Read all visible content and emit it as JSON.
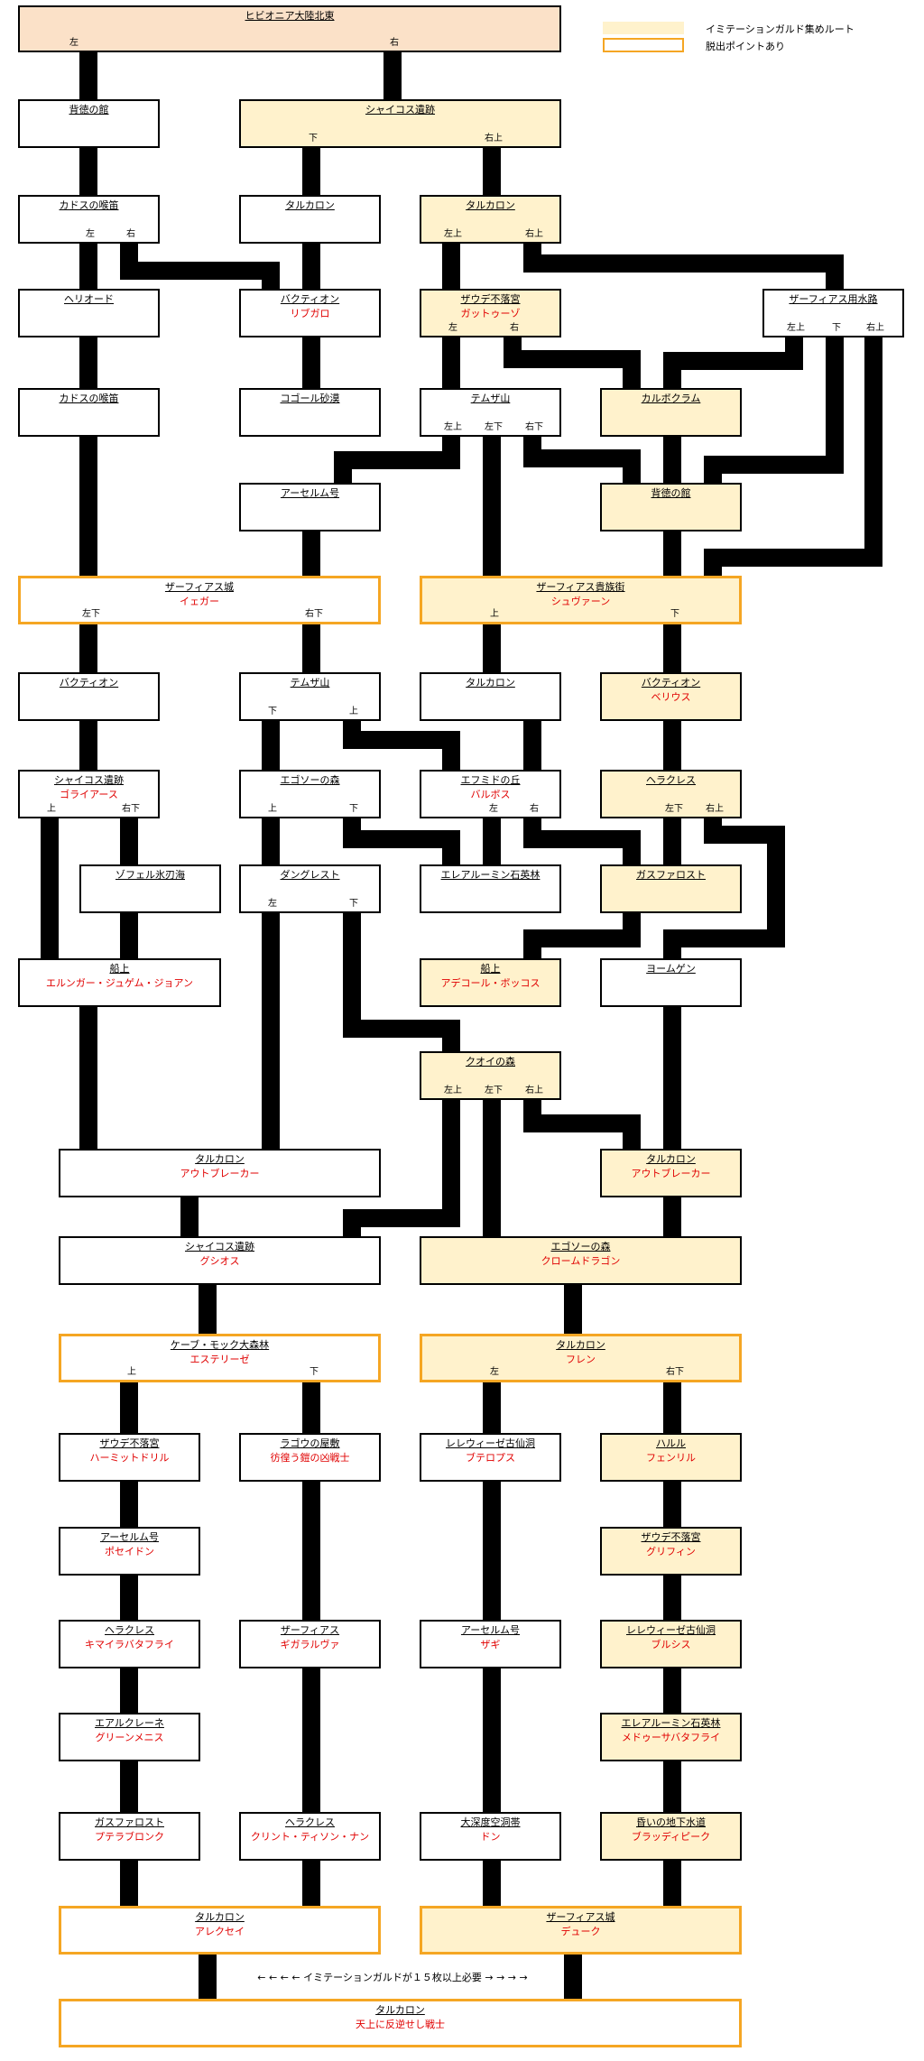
{
  "legend": {
    "ig_label": "イミテーションガルド集めルート",
    "ex_label": "脱出ポイントあり"
  },
  "colors": {
    "ig_fill": "#fff2cc",
    "exit_border": "#f5a623",
    "root_fill": "#fbe1c8",
    "boss_text": "#e00000"
  },
  "note": "← ← ← ← イミテーションガルドが１５枚以上必要 → → → →",
  "nodes": {
    "root": {
      "title": "ヒビオニア大陸北東",
      "exits": [
        "左",
        "右"
      ]
    },
    "haitoku1": {
      "title": "背徳の館"
    },
    "shaikosu1": {
      "title": "シャイコス遺跡",
      "exits": [
        "下",
        "右上"
      ]
    },
    "kadosu1": {
      "title": "カドスの喉笛",
      "exits": [
        "左",
        "右"
      ]
    },
    "tarukaron1": {
      "title": "タルカロン"
    },
    "tarukaron2": {
      "title": "タルカロン",
      "exits": [
        "左上",
        "右上"
      ]
    },
    "herioodo": {
      "title": "ヘリオード"
    },
    "bakution1": {
      "title": "バクティオン",
      "boss": "リブガロ"
    },
    "zaude1": {
      "title": "ザウデ不落宮",
      "boss": "ガットゥーゾ",
      "exits": [
        "左",
        "右"
      ]
    },
    "zafiasu_suiro": {
      "title": "ザーフィアス用水路",
      "exits": [
        "左上",
        "下",
        "右上"
      ]
    },
    "kadosu2": {
      "title": "カドスの喉笛"
    },
    "kogooru": {
      "title": "コゴール砂漠"
    },
    "temuza1": {
      "title": "テムザ山",
      "exits": [
        "左上",
        "左下",
        "右下"
      ]
    },
    "karubokuramu": {
      "title": "カルボクラム"
    },
    "aaseru1": {
      "title": "アーセルム号"
    },
    "haitoku2": {
      "title": "背徳の館"
    },
    "zafiasu_jo": {
      "title": "ザーフィアス城",
      "boss": "イェガー",
      "exits": [
        "左下",
        "右下"
      ]
    },
    "zafiasu_kizoku": {
      "title": "ザーフィアス貴族街",
      "boss": "シュヴァーン",
      "exits": [
        "上",
        "下"
      ]
    },
    "bakution2": {
      "title": "バクティオン"
    },
    "temuza2": {
      "title": "テムザ山",
      "exits": [
        "下",
        "上"
      ]
    },
    "tarukaron3": {
      "title": "タルカロン"
    },
    "bakution3": {
      "title": "バクティオン",
      "boss": "ベリウス"
    },
    "shaikosu2": {
      "title": "シャイコス遺跡",
      "boss": "ゴライアース",
      "exits": [
        "上",
        "右下"
      ]
    },
    "egozo1": {
      "title": "エゴソーの森",
      "exits": [
        "上",
        "下"
      ]
    },
    "efumido": {
      "title": "エフミドの丘",
      "boss": "バルボス",
      "exits": [
        "左",
        "右"
      ]
    },
    "herakuresu1": {
      "title": "ヘラクレス",
      "exits": [
        "左下",
        "右上"
      ]
    },
    "zoferu": {
      "title": "ゾフェル氷刃海"
    },
    "danguresuto": {
      "title": "ダングレスト",
      "exits": [
        "左",
        "下"
      ]
    },
    "ereaaruumin1": {
      "title": "エレアルーミン石英林"
    },
    "gasufarosuto1": {
      "title": "ガスファロスト"
    },
    "senjo1": {
      "title": "船上",
      "boss": "エルンガー・ジュゲム・ジョアン"
    },
    "senjo2": {
      "title": "船上",
      "boss": "アデコール・ボッコス"
    },
    "yoomugen": {
      "title": "ヨームゲン"
    },
    "kuoi": {
      "title": "クオイの森",
      "exits": [
        "左上",
        "左下",
        "右上"
      ]
    },
    "tarukaron4": {
      "title": "タルカロン",
      "boss": "アウトブレーカー"
    },
    "tarukaron5": {
      "title": "タルカロン",
      "boss": "アウトブレーカー"
    },
    "shaikosu3": {
      "title": "シャイコス遺跡",
      "boss": "グシオス"
    },
    "egozo2": {
      "title": "エゴソーの森",
      "boss": "クロームドラゴン"
    },
    "keepu": {
      "title": "ケーブ・モック大森林",
      "boss": "エステリーゼ",
      "exits": [
        "上",
        "下"
      ]
    },
    "tarukaron6": {
      "title": "タルカロン",
      "boss": "フレン",
      "exits": [
        "左",
        "右下"
      ]
    },
    "zaude2": {
      "title": "ザウデ不落宮",
      "boss": "ハーミットドリル"
    },
    "ragou": {
      "title": "ラゴウの屋敷",
      "boss": "彷徨う鎧の凶戦士"
    },
    "rerevize1": {
      "title": "レレウィーゼ古仙洞",
      "boss": "ブテロプス"
    },
    "harure": {
      "title": "ハルル",
      "boss": "フェンリル"
    },
    "aaseru2": {
      "title": "アーセルム号",
      "boss": "ポセイドン"
    },
    "zaude3": {
      "title": "ザウデ不落宮",
      "boss": "グリフィン"
    },
    "herakuresu2": {
      "title": "ヘラクレス",
      "boss": "キマイラバタフライ"
    },
    "zafiasu2": {
      "title": "ザーフィアス",
      "boss": "ギガラルヴァ"
    },
    "aaseru3": {
      "title": "アーセルム号",
      "boss": "ザギ"
    },
    "rerevize2": {
      "title": "レレウィーゼ古仙洞",
      "boss": "ブルシス"
    },
    "earukureene": {
      "title": "エアルクレーネ",
      "boss": "グリーンメニス"
    },
    "ereaaruumin2": {
      "title": "エレアルーミン石英林",
      "boss": "メドゥーサバタフライ"
    },
    "gasufarosuto2": {
      "title": "ガスファロスト",
      "boss": "プテラブロンク"
    },
    "herakuresu3": {
      "title": "ヘラクレス",
      "boss": "クリント・ティソン・ナン"
    },
    "daisinkai": {
      "title": "大深度空洞帯",
      "boss": "ドン"
    },
    "kurai": {
      "title": "昏いの地下水道",
      "boss": "ブラッディピーク"
    },
    "tarukaron7": {
      "title": "タルカロン",
      "boss": "アレクセイ"
    },
    "zafiasu_jo2": {
      "title": "ザーフィアス城",
      "boss": "デューク"
    },
    "tarukaron_final": {
      "title": "タルカロン",
      "boss": "天上に反逆せし戦士"
    }
  }
}
